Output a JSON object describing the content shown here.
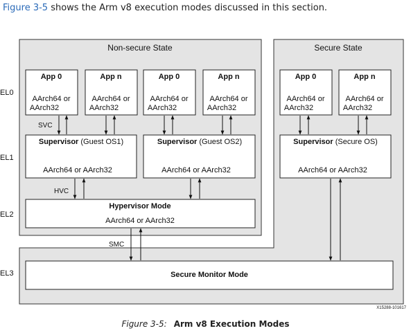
{
  "intro": {
    "figure_ref": "Figure 3-5",
    "text": " shows the Arm v8 execution modes discussed in this section."
  },
  "diagram": {
    "non_secure_label": "Non-secure State",
    "secure_label": "Secure State",
    "levels": [
      "EL0",
      "EL1",
      "EL2",
      "EL3"
    ],
    "apps": {
      "ns_app0": {
        "title": "App 0",
        "line1": "AArch64 or",
        "line2": "AArch32"
      },
      "ns_app_n_1": {
        "title": "App n",
        "line1": "AArch64 or",
        "line2": "AArch32"
      },
      "ns_app0_2": {
        "title": "App 0",
        "line1": "AArch64 or",
        "line2": "AArch32"
      },
      "ns_app_n_2": {
        "title": "App n",
        "line1": "AArch64 or",
        "line2": "AArch32"
      },
      "s_app0": {
        "title": "App 0",
        "line1": "AArch64 or",
        "line2": "AArch32"
      },
      "s_app_n": {
        "title": "App n",
        "line1": "AArch64 or",
        "line2": "AArch32"
      }
    },
    "supervisors": {
      "os1": {
        "bold": "Supervisor",
        "paren": " (Guest OS1)",
        "arch": "AArch64 or AArch32"
      },
      "os2": {
        "bold": "Supervisor",
        "paren": " (Guest OS2)",
        "arch": "AArch64 or AArch32"
      },
      "secure": {
        "bold": "Supervisor",
        "paren": " (Secure OS)",
        "arch": "AArch64 or AArch32"
      }
    },
    "hypervisor": {
      "title": "Hypervisor Mode",
      "arch": "AArch64 or AArch32"
    },
    "monitor": {
      "title": "Secure Monitor Mode"
    },
    "calls": {
      "svc": "SVC",
      "hvc": "HVC",
      "smc": "SMC"
    },
    "figure_id": "X15288-101617"
  },
  "caption": {
    "figure_label": "Figure 3-5:",
    "title": "Arm v8 Execution Modes"
  }
}
